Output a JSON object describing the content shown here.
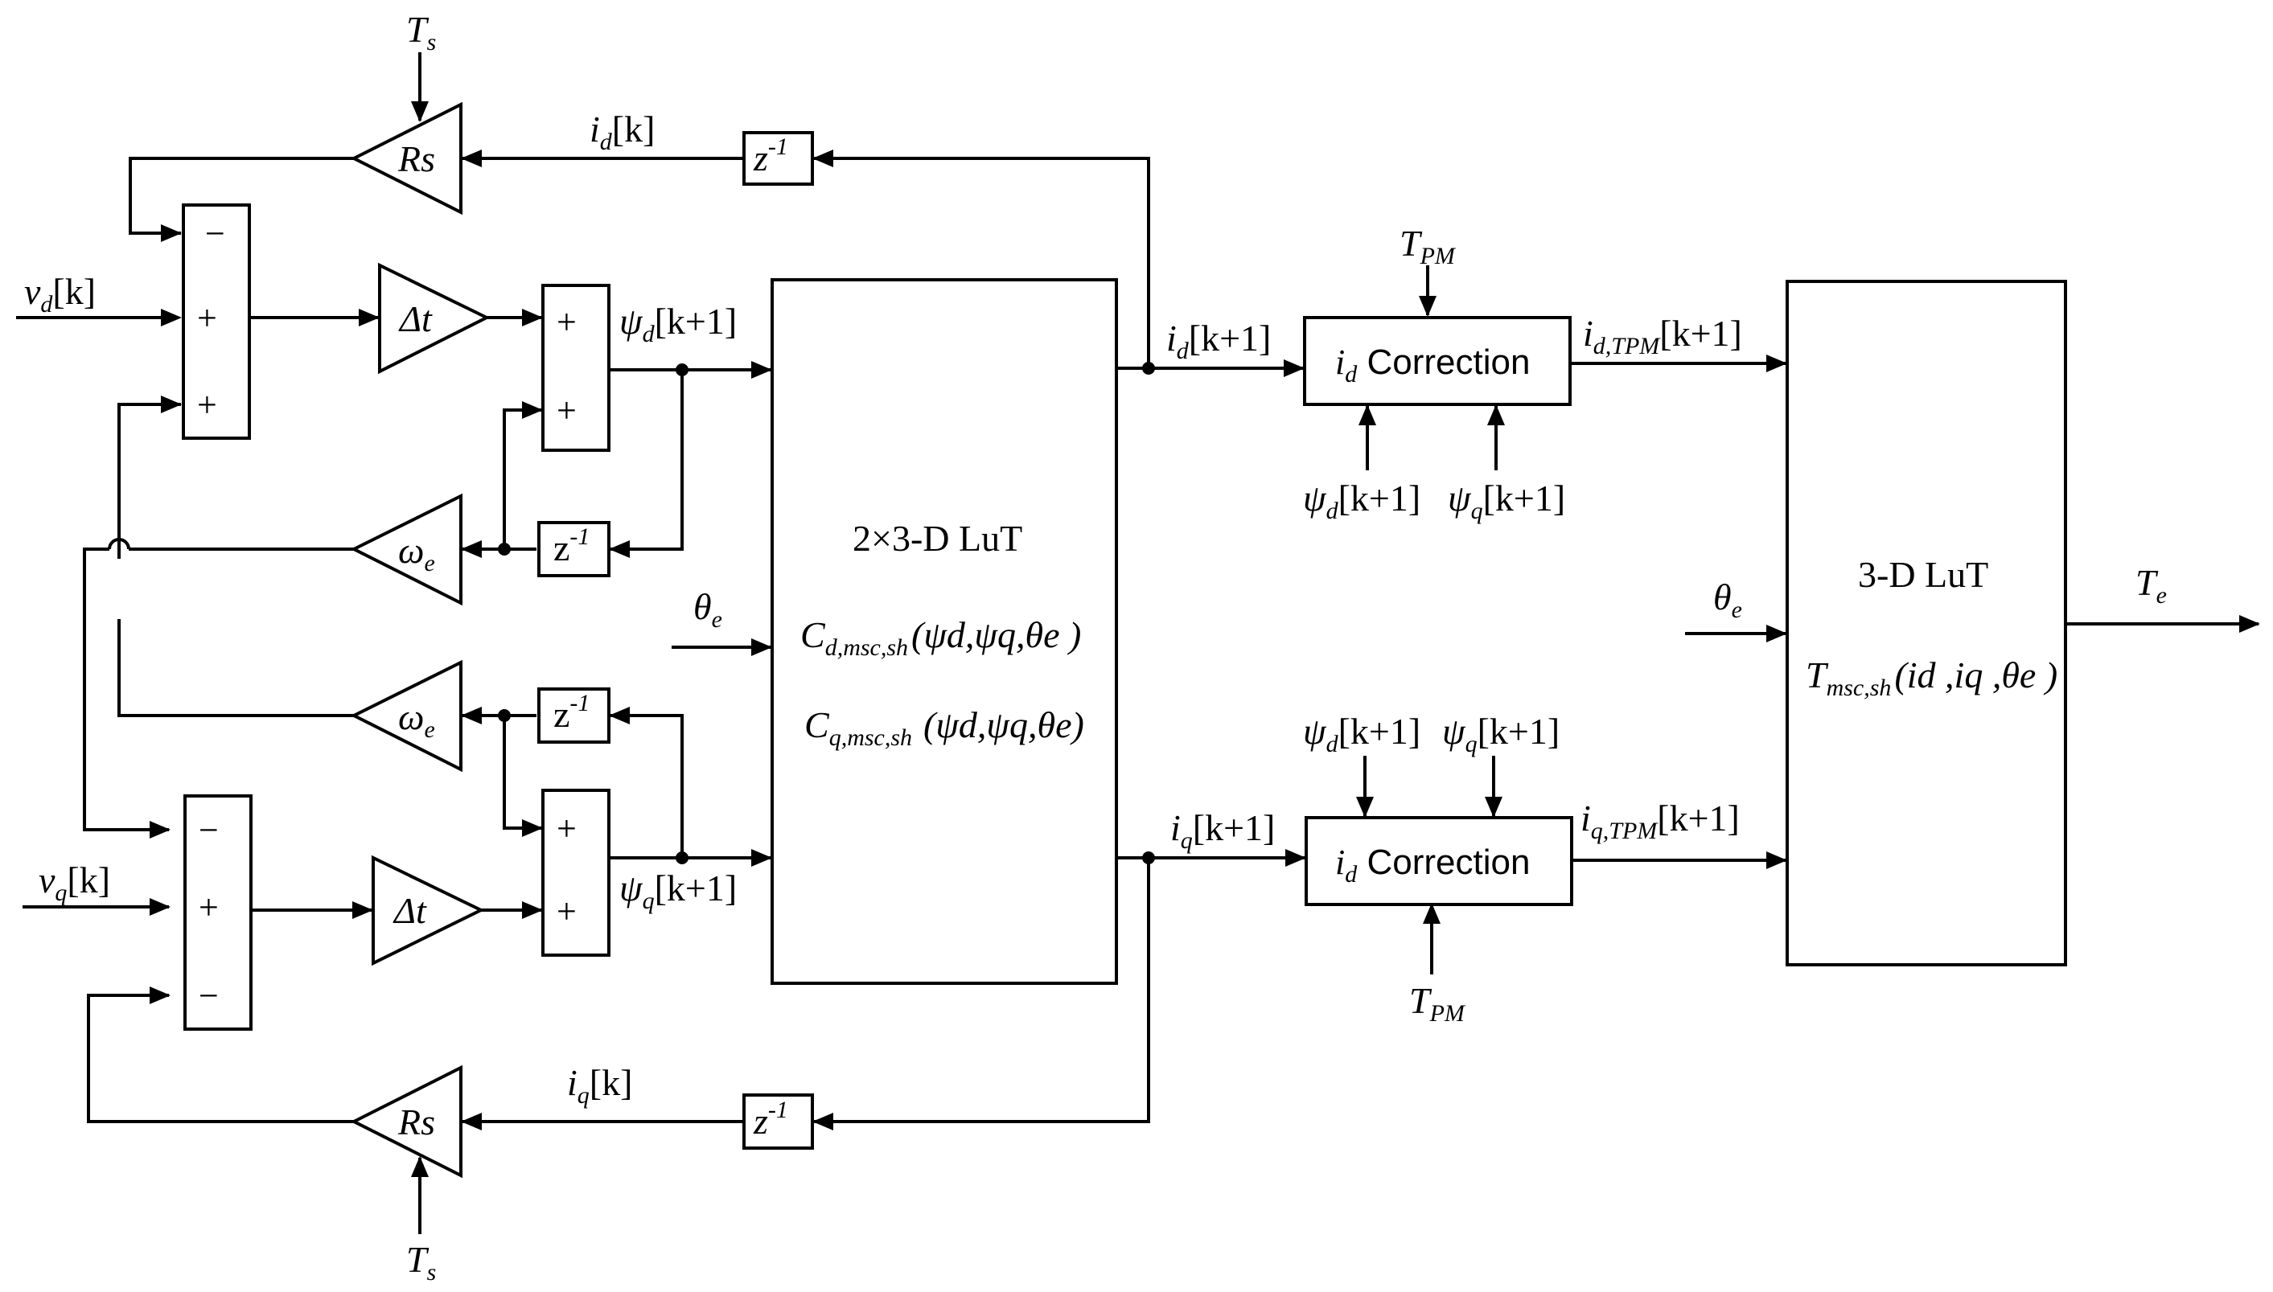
{
  "diagram": {
    "inputs": {
      "vd": {
        "main": "v",
        "sub": "d",
        "rest": "[k]"
      },
      "vq": {
        "main": "v",
        "sub": "q",
        "rest": "[k]"
      },
      "ts_top": {
        "main": "T",
        "sub": "s"
      },
      "ts_bottom": {
        "main": "T",
        "sub": "s"
      },
      "theta_lut1": {
        "main": "θ",
        "sub": "e"
      },
      "theta_lut2": {
        "main": "θ",
        "sub": "e"
      }
    },
    "gains": {
      "rs_top": "Rs",
      "rs_bottom": "Rs",
      "dt_d": "Δt",
      "dt_q": "Δt",
      "omega_d": {
        "main": "ω",
        "sub": "e"
      },
      "omega_q": {
        "main": "ω",
        "sub": "e"
      }
    },
    "delays": {
      "label": "z",
      "exp": "-1"
    },
    "summers": {
      "sum_d": [
        "−",
        "+",
        "+"
      ],
      "int_d": [
        "+",
        "+"
      ],
      "sum_q": [
        "−",
        "+",
        "−"
      ],
      "int_q": [
        "+",
        "+"
      ]
    },
    "signals": {
      "id_k": {
        "main": "i",
        "sub": "d",
        "rest": "[k]"
      },
      "iq_k": {
        "main": "i",
        "sub": "q",
        "rest": "[k]"
      },
      "psid_k1": {
        "main": "ψ",
        "sub": "d",
        "rest": "[k+1]"
      },
      "psiq_k1": {
        "main": "ψ",
        "sub": "q",
        "rest": "[k+1]"
      },
      "id_k1": {
        "main": "i",
        "sub": "d",
        "rest": "[k+1]"
      },
      "iq_k1": {
        "main": "i",
        "sub": "q",
        "rest": "[k+1]"
      },
      "id_tpm": {
        "main": "i",
        "sub": "d,TPM",
        "rest": "[k+1]"
      },
      "iq_tpm": {
        "main": "i",
        "sub": "q,TPM",
        "rest": "[k+1]"
      },
      "te": {
        "main": "T",
        "sub": "e"
      }
    },
    "lut1": {
      "title": "2×3-D LuT",
      "line1": {
        "main": "C",
        "sub": "d,msc,sh",
        "args": "(ψd,ψq,θe )"
      },
      "line2": {
        "main": "C",
        "sub": "q,msc,sh",
        "args": "(ψd,ψq,θe)"
      }
    },
    "lut2": {
      "title": "3-D LuT",
      "line1": {
        "main": "T",
        "sub": "msc,sh",
        "args": "(id ,iq ,θe )"
      }
    },
    "corr_top": {
      "label": {
        "main": "i",
        "sub": "d",
        "rest": " Correction"
      },
      "tpm": {
        "main": "T",
        "sub": "PM"
      },
      "psid": {
        "main": "ψ",
        "sub": "d",
        "rest": "[k+1]"
      },
      "psiq": {
        "main": "ψ",
        "sub": "q",
        "rest": "[k+1]"
      }
    },
    "corr_bottom": {
      "label": {
        "main": "i",
        "sub": "d",
        "rest": " Correction"
      },
      "tpm": {
        "main": "T",
        "sub": "PM"
      },
      "psid": {
        "main": "ψ",
        "sub": "d",
        "rest": "[k+1]"
      },
      "psiq": {
        "main": "ψ",
        "sub": "q",
        "rest": "[k+1]"
      }
    }
  }
}
